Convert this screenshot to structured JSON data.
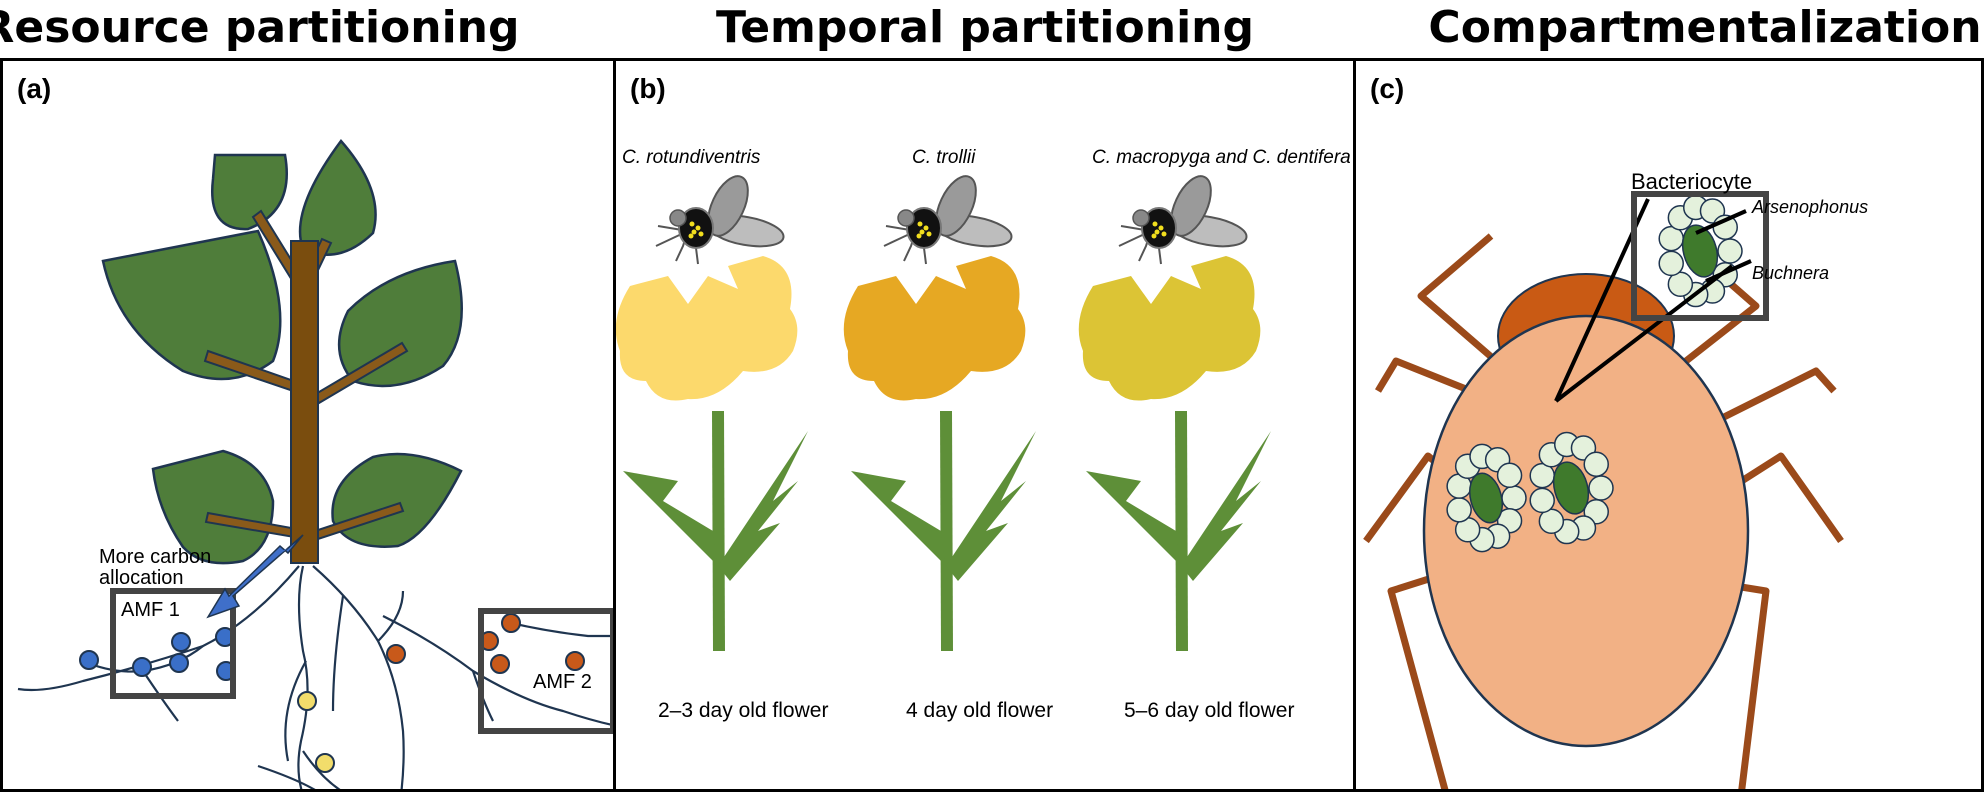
{
  "headings": {
    "resource": "Resource partitioning",
    "temporal": "Temporal  partitioning",
    "compartment": "Compartmentalization"
  },
  "panel_a": {
    "label": "(a)",
    "carbon_label_1": "More carbon",
    "carbon_label_2": "allocation",
    "amf1": "AMF 1",
    "amf2": "AMF 2",
    "colors": {
      "leaf": "#4f7d3a",
      "stem": "#7a4d0e",
      "amf1": "#3a6fc8",
      "amf2": "#c8591a",
      "yellow_node": "#f2dd6b",
      "arrow": "#3f6fc9"
    }
  },
  "panel_b": {
    "label": "(b)",
    "species": [
      "C. rotundiventris",
      "C. trollii",
      "C. macropyga and C. dentifera"
    ],
    "ages": [
      "2–3 day old flower",
      "4 day old flower",
      "5–6 day old flower"
    ],
    "flower_colors": [
      "#fcd96c",
      "#e6a823",
      "#dcc435"
    ]
  },
  "panel_c": {
    "label": "(c)",
    "bacteriocyte": "Bacteriocyte",
    "arsenophonus": "Arsenophonus",
    "buchnera": "Buchnera",
    "colors": {
      "body": "#f2b185",
      "head": "#c95a14",
      "legs": "#9b4a1a",
      "cell": "#e4f1dc",
      "core": "#3f7a2c"
    }
  }
}
